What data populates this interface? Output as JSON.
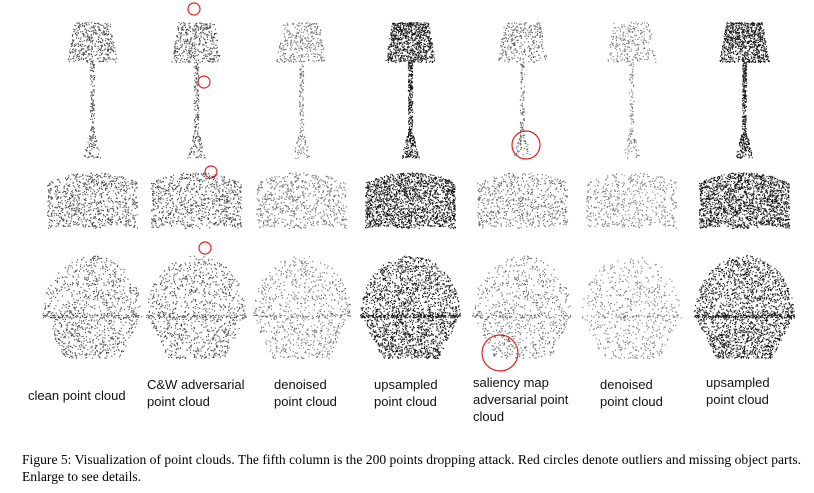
{
  "figure": {
    "columns": [
      {
        "label": "clean point cloud",
        "density": 1.0,
        "gray": 70
      },
      {
        "label": "C&W adversarial\npoint cloud",
        "density": 1.0,
        "gray": 70
      },
      {
        "label": "denoised\npoint cloud",
        "density": 0.8,
        "gray": 110
      },
      {
        "label": "upsampled\npoint cloud",
        "density": 2.2,
        "gray": 20
      },
      {
        "label": "saliency map\nadversarial point\ncloud",
        "density": 0.75,
        "gray": 95
      },
      {
        "label": "denoised\npoint cloud",
        "density": 0.65,
        "gray": 120
      },
      {
        "label": "upsampled\npoint cloud",
        "density": 2.2,
        "gray": 20
      }
    ],
    "rows": [
      "lamp",
      "sofa",
      "plant"
    ],
    "marker_color": "#e02020"
  },
  "caption": "Figure 5: Visualization of point clouds. The fifth column is the 200 points dropping attack. Red circles denote outliers and missing object parts. Enlarge to see details."
}
